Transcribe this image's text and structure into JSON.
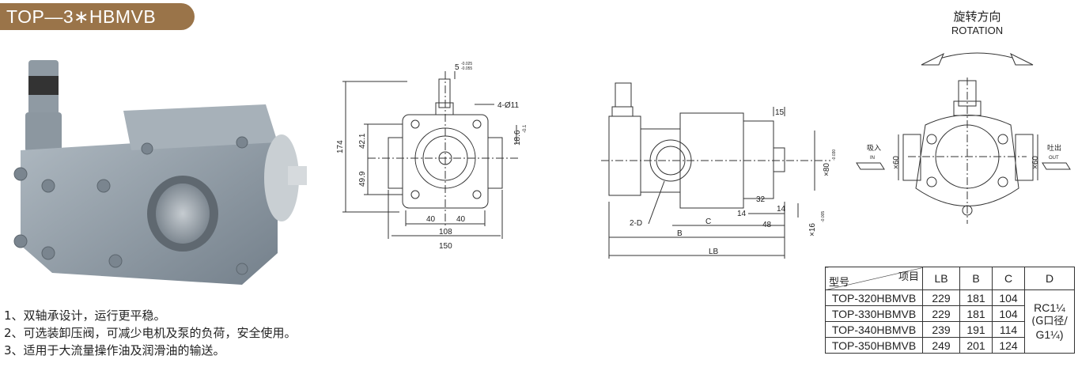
{
  "title": "TOP—3∗HBMVB",
  "features": [
    "1、双轴承设计，运行更平稳。",
    "2、可选装卸压阀，可减少电机及泵的负荷，安全使用。",
    "3、适用于大流量操作油及润滑油的输送。"
  ],
  "rotation": {
    "label_cn": "旋转方向",
    "label_en": "ROTATION"
  },
  "drawing_front": {
    "dims": {
      "h_total": "174",
      "v1": "42.1",
      "v2": "49.9",
      "w40a": "40",
      "w40b": "40",
      "w108": "108",
      "w150": "150",
      "holes": "4-Ø11",
      "key": "5",
      "key_tol": "-0.025",
      "key_tol2": "-0.055",
      "shaft_h": "18.6",
      "shaft_tol": "-0.1"
    }
  },
  "drawing_side": {
    "dims": {
      "d15": "15",
      "d80": "×80",
      "d80_tol": "-0.030",
      "d32": "32",
      "d14a": "14",
      "d14b": "14",
      "d48": "48",
      "d16": "×16",
      "d16_tol": "-0.005",
      "C": "C",
      "B": "B",
      "LB": "LB",
      "port": "2-D"
    }
  },
  "drawing_end": {
    "dims": {
      "inlet_cn": "吸入",
      "inlet_en": "IN",
      "outlet_cn": "吐出",
      "outlet_en": "OUT",
      "d60a": "×60",
      "d60b": "×60"
    }
  },
  "spec_table": {
    "header_item": "项目",
    "header_model": "型号",
    "columns": [
      "LB",
      "B",
      "C",
      "D"
    ],
    "rows": [
      {
        "model": "TOP-320HBMVB",
        "LB": "229",
        "B": "181",
        "C": "104"
      },
      {
        "model": "TOP-330HBMVB",
        "LB": "229",
        "B": "181",
        "C": "104"
      },
      {
        "model": "TOP-340HBMVB",
        "LB": "239",
        "B": "191",
        "C": "114"
      },
      {
        "model": "TOP-350HBMVB",
        "LB": "249",
        "B": "201",
        "C": "124"
      }
    ],
    "D_value_1": "RC1¼",
    "D_value_2": "(G口径/",
    "D_value_3": "G1¼)"
  },
  "colors": {
    "badge": "#9a7449",
    "pump_body": "#8d99a3",
    "line": "#333333"
  }
}
